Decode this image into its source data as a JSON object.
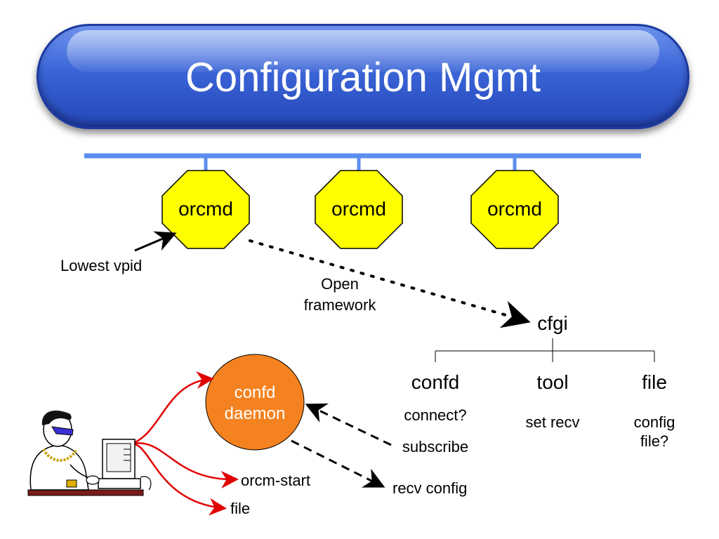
{
  "title": "Configuration Mgmt",
  "colors": {
    "bus": "#5b8ef0",
    "octagon_fill": "#ffff00",
    "daemon_fill": "#f58220",
    "red_arrow": "#e00000"
  },
  "nodes": [
    {
      "label": "orcmd"
    },
    {
      "label": "orcmd"
    },
    {
      "label": "orcmd"
    }
  ],
  "annotations": {
    "lowest_vpid": "Lowest vpid",
    "open_line1": "Open",
    "open_line2": "framework"
  },
  "cfgi": {
    "root": "cfgi",
    "branches": [
      {
        "label": "confd",
        "items": [
          "connect?",
          "subscribe"
        ]
      },
      {
        "label": "tool",
        "items": [
          "set recv"
        ]
      },
      {
        "label": "file",
        "items": [
          "config",
          "file?"
        ]
      }
    ]
  },
  "daemon": {
    "line1": "confd",
    "line2": "daemon"
  },
  "actions": {
    "orcm_start": "orcm-start",
    "file": "file",
    "recv_config": "recv config"
  },
  "icons": {
    "user": "user-at-computer-icon"
  }
}
